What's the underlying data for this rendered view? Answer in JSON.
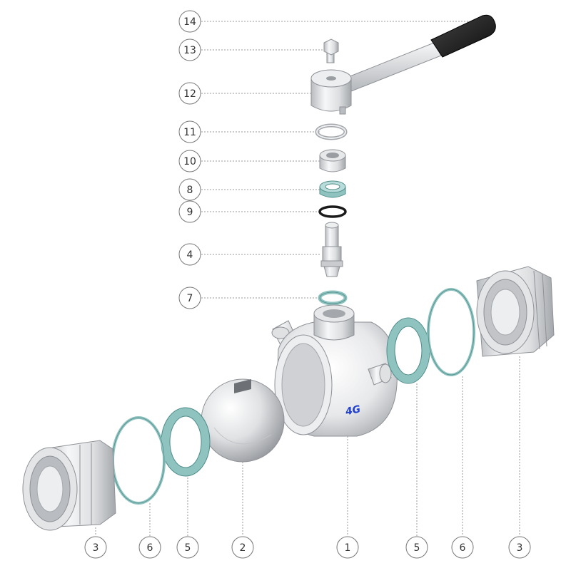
{
  "diagram": {
    "brand_mark": "4G",
    "callouts_top": [
      {
        "id": "c14",
        "label": "14",
        "part": "handle-grip"
      },
      {
        "id": "c13",
        "label": "13",
        "part": "bolt"
      },
      {
        "id": "c12",
        "label": "12",
        "part": "lever-hub"
      },
      {
        "id": "c11",
        "label": "11",
        "part": "ring"
      },
      {
        "id": "c10",
        "label": "10",
        "part": "stem-bushing"
      },
      {
        "id": "c8",
        "label": "8",
        "part": "stem-seal"
      },
      {
        "id": "c9",
        "label": "9",
        "part": "o-ring"
      },
      {
        "id": "c4",
        "label": "4",
        "part": "stem"
      },
      {
        "id": "c7",
        "label": "7",
        "part": "stem-washer"
      }
    ],
    "callouts_bottom": [
      {
        "id": "b3l",
        "label": "3",
        "part": "end-connector-left"
      },
      {
        "id": "b6l",
        "label": "6",
        "part": "o-ring-left"
      },
      {
        "id": "b5l",
        "label": "5",
        "part": "seat-left"
      },
      {
        "id": "b2",
        "label": "2",
        "part": "ball"
      },
      {
        "id": "b1",
        "label": "1",
        "part": "valve-body"
      },
      {
        "id": "b5r",
        "label": "5",
        "part": "seat-right"
      },
      {
        "id": "b6r",
        "label": "6",
        "part": "o-ring-right"
      },
      {
        "id": "b3r",
        "label": "3",
        "part": "end-connector-right"
      }
    ],
    "colors": {
      "metal_light": "#f2f3f4",
      "metal_mid": "#c9cbce",
      "metal_dark": "#8e9196",
      "seal_teal": "#8fc3c0",
      "seal_teal_dark": "#4f8c8a",
      "oring_black": "#1a1a1a",
      "grip_black": "#222222",
      "leader": "#9a9a9a",
      "brand_blue": "#1f3fd0"
    }
  }
}
